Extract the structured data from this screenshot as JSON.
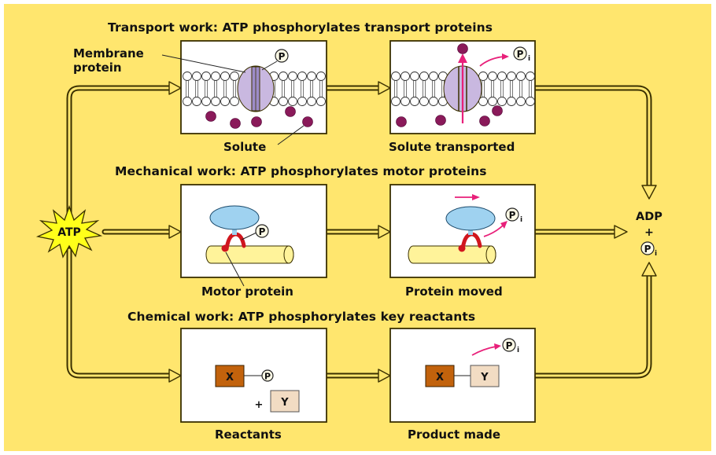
{
  "figure": {
    "colors": {
      "background": "#FFE66E",
      "pipe_fill": "#FFE66E",
      "pipe_stroke": "#3a3000",
      "panel": "#ffffff",
      "solute": "#8a1a5a",
      "protein": "#c9b8e0",
      "motor_head": "#9fd2f0",
      "motor_link": "#d0161e",
      "filament": "#fff39a",
      "arrow_magenta": "#e8207a",
      "atp_burst": "#ffff1a",
      "reactant_x": "#c2620c",
      "reactant_y": "#f2dcc3"
    },
    "source": {
      "label": "ATP"
    },
    "sink": {
      "line1": "ADP",
      "line2": "+",
      "phosphate": "P",
      "phosphate_sub": "i"
    },
    "rows": [
      {
        "title": "Transport work: ATP phosphorylates transport proteins",
        "before_label": "Solute",
        "after_label": "Solute transported",
        "callouts": {
          "membrane_protein_1": "Membrane",
          "membrane_protein_2": "protein"
        },
        "phosphate": "P",
        "released_phosphate": "P",
        "released_sub": "i"
      },
      {
        "title": "Mechanical work: ATP phosphorylates motor proteins",
        "before_label": "Motor protein",
        "after_label": "Protein moved",
        "phosphate": "P",
        "released_phosphate": "P",
        "released_sub": "i"
      },
      {
        "title": "Chemical work: ATP phosphorylates key reactants",
        "before_label": "Reactants",
        "after_label": "Product made",
        "phosphate": "P",
        "released_phosphate": "P",
        "released_sub": "i",
        "reactant_x": "X",
        "reactant_y": "Y",
        "plus": "+"
      }
    ]
  }
}
